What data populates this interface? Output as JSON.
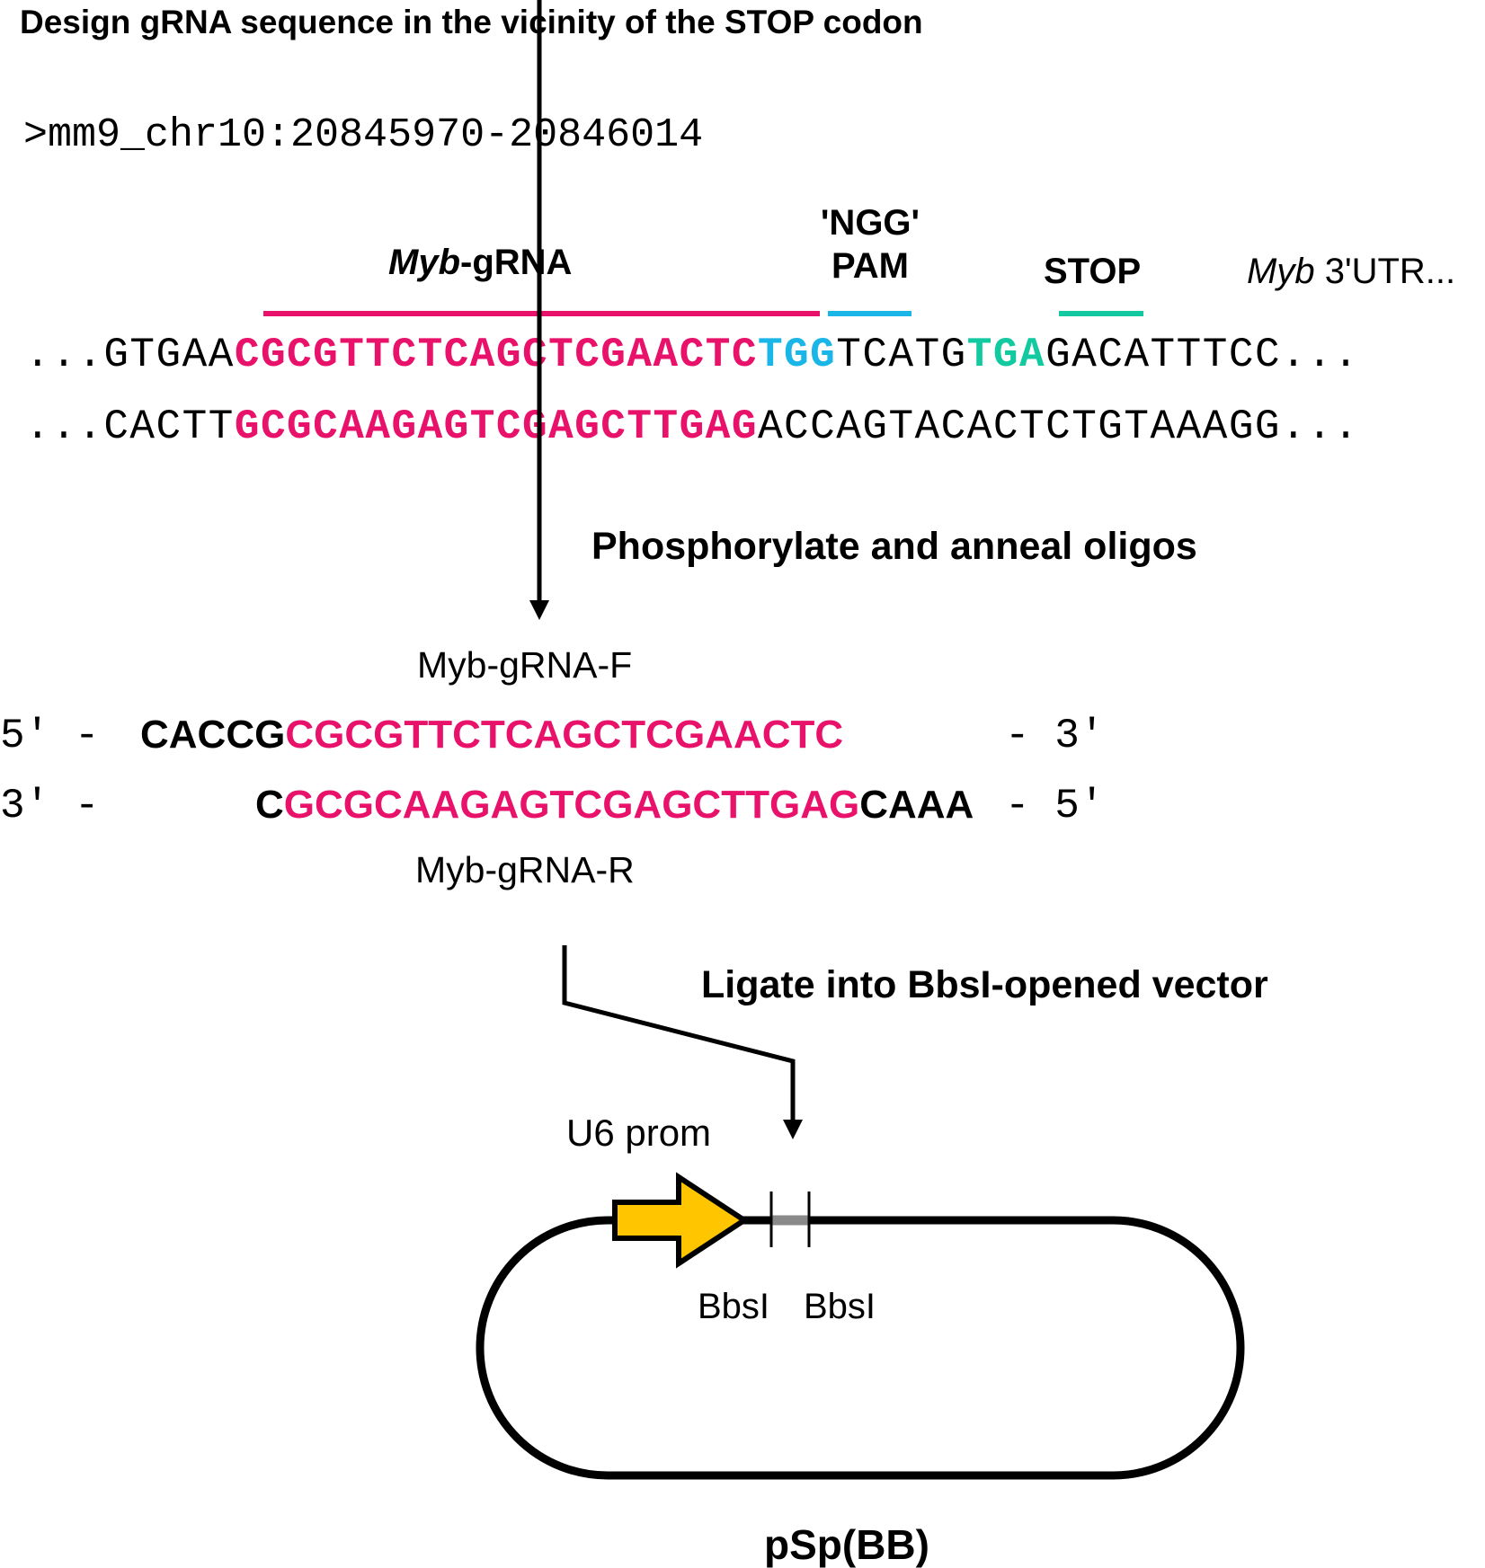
{
  "title": "Design gRNA sequence in the vicinity of the STOP codon",
  "coordinates": ">mm9_chr10:20845970-20846014",
  "labels": {
    "grna_italic": "Myb",
    "grna_rest": "-gRNA",
    "pam_line1": "'NGG'",
    "pam_line2": "PAM",
    "stop": "STOP",
    "utr_italic": "Myb",
    "utr_rest": " 3'UTR..."
  },
  "top_strand": {
    "prefix": "...GTGAA",
    "grna": "CGCGTTCTCAGCTCGAACTC",
    "pam": "TGG",
    "mid": "TCATG",
    "stop": "TGA",
    "suffix": "GACATTTCC..."
  },
  "bottom_strand": {
    "prefix": "...CACTT",
    "grna": "GCGCAAGAGTCGAGCTTGAG",
    "suffix": "ACCAGTACACTCTGTAAAGG..."
  },
  "step1": "Phosphorylate and anneal oligos",
  "oligo_f": {
    "name": "Myb-gRNA-F",
    "end5": "5' -",
    "overhang": "CACCG",
    "seq": "CGCGTTCTCAGCTCGAACTC",
    "end3": "- 3'"
  },
  "oligo_r": {
    "name": "Myb-gRNA-R",
    "end3": "3' -",
    "lead": "C",
    "seq": "GCGCAAGAGTCGAGCTTGAG",
    "overhang": "CAAA",
    "end5": "- 5'"
  },
  "step2": "Ligate into BbsI-opened vector",
  "vector": {
    "promoter": "U6 prom",
    "site1": "BbsI",
    "site2": "BbsI",
    "name": "pSp(BB)",
    "promoter_color": "#ffc600"
  },
  "colors": {
    "grna": "#e8126b",
    "pam": "#1ab6e8",
    "stop": "#12c9a0"
  }
}
